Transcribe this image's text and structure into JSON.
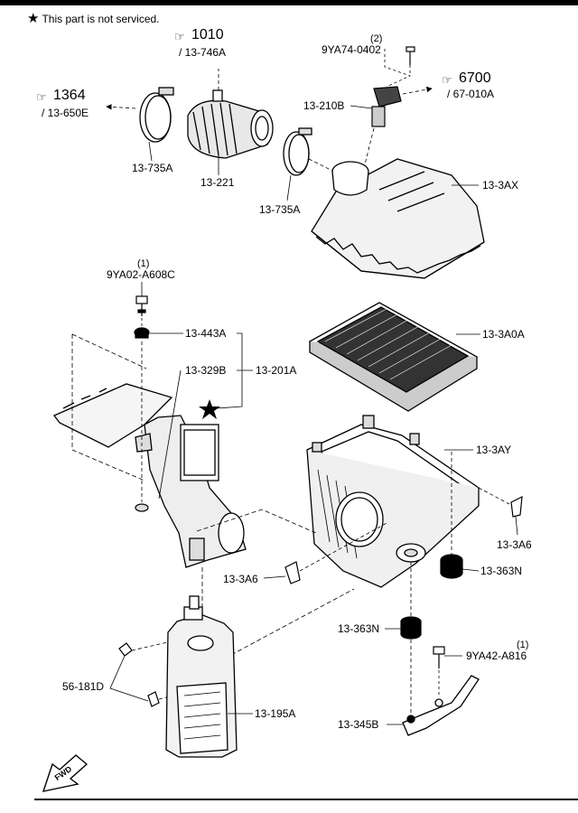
{
  "note": {
    "star": "★",
    "text": "This part is not serviced."
  },
  "refs": {
    "r1010": {
      "num": "1010",
      "sub": "/ 13-746A"
    },
    "r1364": {
      "num": "1364",
      "sub": "/ 13-650E"
    },
    "r6700": {
      "num": "6700",
      "sub": "/ 67-010A"
    }
  },
  "labels": {
    "p13735A_left": "13-735A",
    "p13221": "13-221",
    "p13735A_right": "13-735A",
    "p9YA74": "9YA74-0402",
    "p9YA74_qty": "(2)",
    "p13210B": "13-210B",
    "p133AX": "13-3AX",
    "p9YA02": "9YA02-A608C",
    "p9YA02_qty": "(1)",
    "p13443A": "13-443A",
    "p133A0A": "13-3A0A",
    "p13329B": "13-329B",
    "p13201A": "13-201A",
    "p133AY": "13-3AY",
    "p133A6_right": "13-3A6",
    "p133A6_left": "13-3A6",
    "p13363N_right": "13-363N",
    "p13363N_left": "13-363N",
    "p9YA42": "9YA42-A816",
    "p9YA42_qty": "(1)",
    "p56181D": "56-181D",
    "p13195A": "13-195A",
    "p13345B": "13-345B",
    "fwd": "FWD"
  }
}
